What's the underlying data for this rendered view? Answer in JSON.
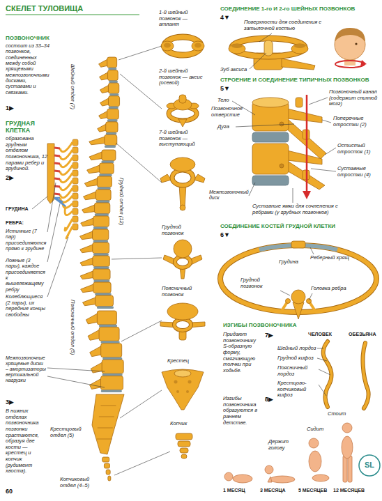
{
  "diagram": {
    "title": "СКЕЛЕТ ТУЛОВИЩА",
    "labels": [
      "ПОЗВОНОЧНИК",
      "состоит из 33–34 позвонков, соединенных между собой хрящевыми межпозвоночными дисками, суставами и связками.",
      "1▶",
      "ГРУДНАЯ КЛЕТКА",
      "образована грудным отделом позвоночника, 12 парами ребер и грудиной.",
      "2▶",
      "ГРУДИНА",
      "РЕБРА:",
      "Истинные (7 пар) присоединяются прямо к грудине",
      "Ложные (3 пары), каждое присоединяется к вышележащему ребру",
      "Колеблющиеся (2 пары), их передние концы свободны",
      "Межпозвоночные хрящевые диски – амортизаторы вертикальной нагрузки",
      "3▶",
      "В нижних отделах позвоночника позвонки срастаются, образуя две кости — крестец и копчик (рудимент хвоста).",
      "60",
      "Шейный отдел (7)",
      "Грудной отдел (12)",
      "Поясничный отдел (5)",
      "Крестцовый отдел (5)",
      "Копчиковый отдел (4–5)",
      "1-й шейный позвонок — атлант",
      "2-й шейный позвонок — аксис (осевой)",
      "7-й шейный позвонок — выступающий",
      "Грудной позвонок",
      "Поясничный позвонок",
      "Крестец",
      "Копчик",
      "СОЕДИНЕНИЕ 1-го И 2-го ШЕЙНЫХ ПОЗВОНКОВ",
      "4▼",
      "Поверхности для соединения с затылочной костью",
      "Зуб аксиса",
      "СТРОЕНИЕ И СОЕДИНЕНИЕ ТИПИЧНЫХ ПОЗВОНКОВ",
      "5▼",
      "Тело",
      "Позвоночное отверстие",
      "Дуга",
      "Позвоночный канал (содержит спинной мозг)",
      "Поперечные отростки (2)",
      "Остистый отросток (1)",
      "Суставные отростки (4)",
      "Межпозвоночный диск",
      "Суставные ямки для сочленения с ребрами (у грудных позвонков)",
      "СОЕДИНЕНИЕ КОСТЕЙ ГРУДНОЙ КЛЕТКИ",
      "6▼",
      "Реберный хрящ",
      "Грудина",
      "Грудной позвонок",
      "Головка ребра",
      "ИЗГИБЫ ПОЗВОНОЧНИКА",
      "Придают позвоночнику S-образную форму, смягчающую толчки при ходьбе.",
      "7▶",
      "ЧЕЛОВЕК",
      "ОБЕЗЬЯНА",
      "Шейный лордоз",
      "Грудной кифоз",
      "Поясничный лордоз",
      "Крестцово-копчиковый кифоз",
      "Стоит",
      "Изгибы позвоночника образуются в раннем детстве.",
      "8▶",
      "Сидит",
      "Держит голову",
      "1 МЕСЯЦ",
      "3 МЕСЯЦА",
      "5 МЕСЯЦЕВ",
      "12 МЕСЯЦЕВ",
      "SL"
    ]
  }
}
